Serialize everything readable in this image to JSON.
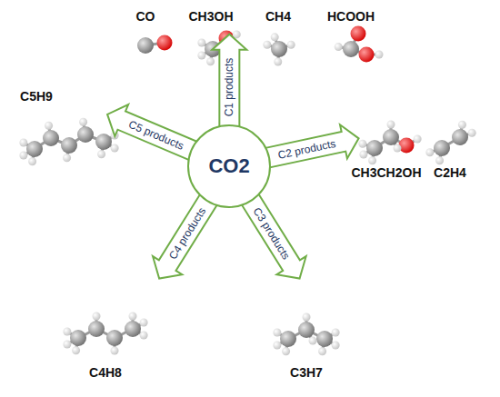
{
  "diagram": {
    "nodes": [
      {
        "text": [
          "CO2"
        ]
      },
      {
        "text": [
          "C1 products"
        ]
      },
      {
        "text": [
          "C2 products"
        ]
      },
      {
        "text": [
          "C3 products"
        ]
      },
      {
        "text": [
          "C4 products"
        ]
      },
      {
        "text": [
          "C5 products"
        ]
      }
    ],
    "labels": [
      "CO",
      "CH3OH",
      "CH4",
      "HCOOH",
      "C5H9",
      "CH3CH2OH",
      "C2H4",
      "C3H7",
      "C4H8"
    ]
  }
}
